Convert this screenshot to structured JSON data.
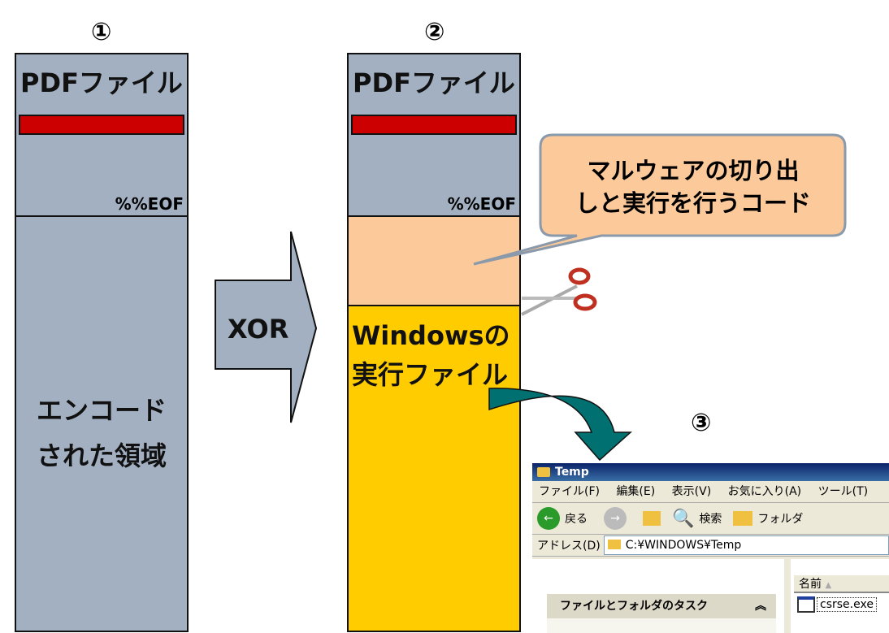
{
  "steps": {
    "s1": "①",
    "s2": "②",
    "s3": "③"
  },
  "block1": {
    "header": "PDFファイル",
    "eof": "%%EOF",
    "encoded": "エンコード\nされた領域"
  },
  "arrow": {
    "label": "XOR"
  },
  "block2": {
    "header": "PDFファイル",
    "eof": "%%EOF",
    "exe": "Windowsの\n実行ファイル"
  },
  "callout": {
    "text": "マルウェアの切り出\nしと実行を行うコード"
  },
  "colors": {
    "gray": "#a2b0c1",
    "red": "#cc0000",
    "peach": "#fcc99b",
    "yellow": "#ffcc00",
    "teal": "#007070"
  },
  "explorer": {
    "title": "Temp",
    "menu": [
      "ファイル(F)",
      "編集(E)",
      "表示(V)",
      "お気に入り(A)",
      "ツール(T)"
    ],
    "toolbar": {
      "back": "戻る",
      "search": "検索",
      "folders": "フォルダ"
    },
    "address_label": "アドレス(D)",
    "address": "C:¥WINDOWS¥Temp",
    "tasks_header": "ファイルとフォルダのタスク",
    "column_name": "名前",
    "file": "csrse.exe"
  }
}
